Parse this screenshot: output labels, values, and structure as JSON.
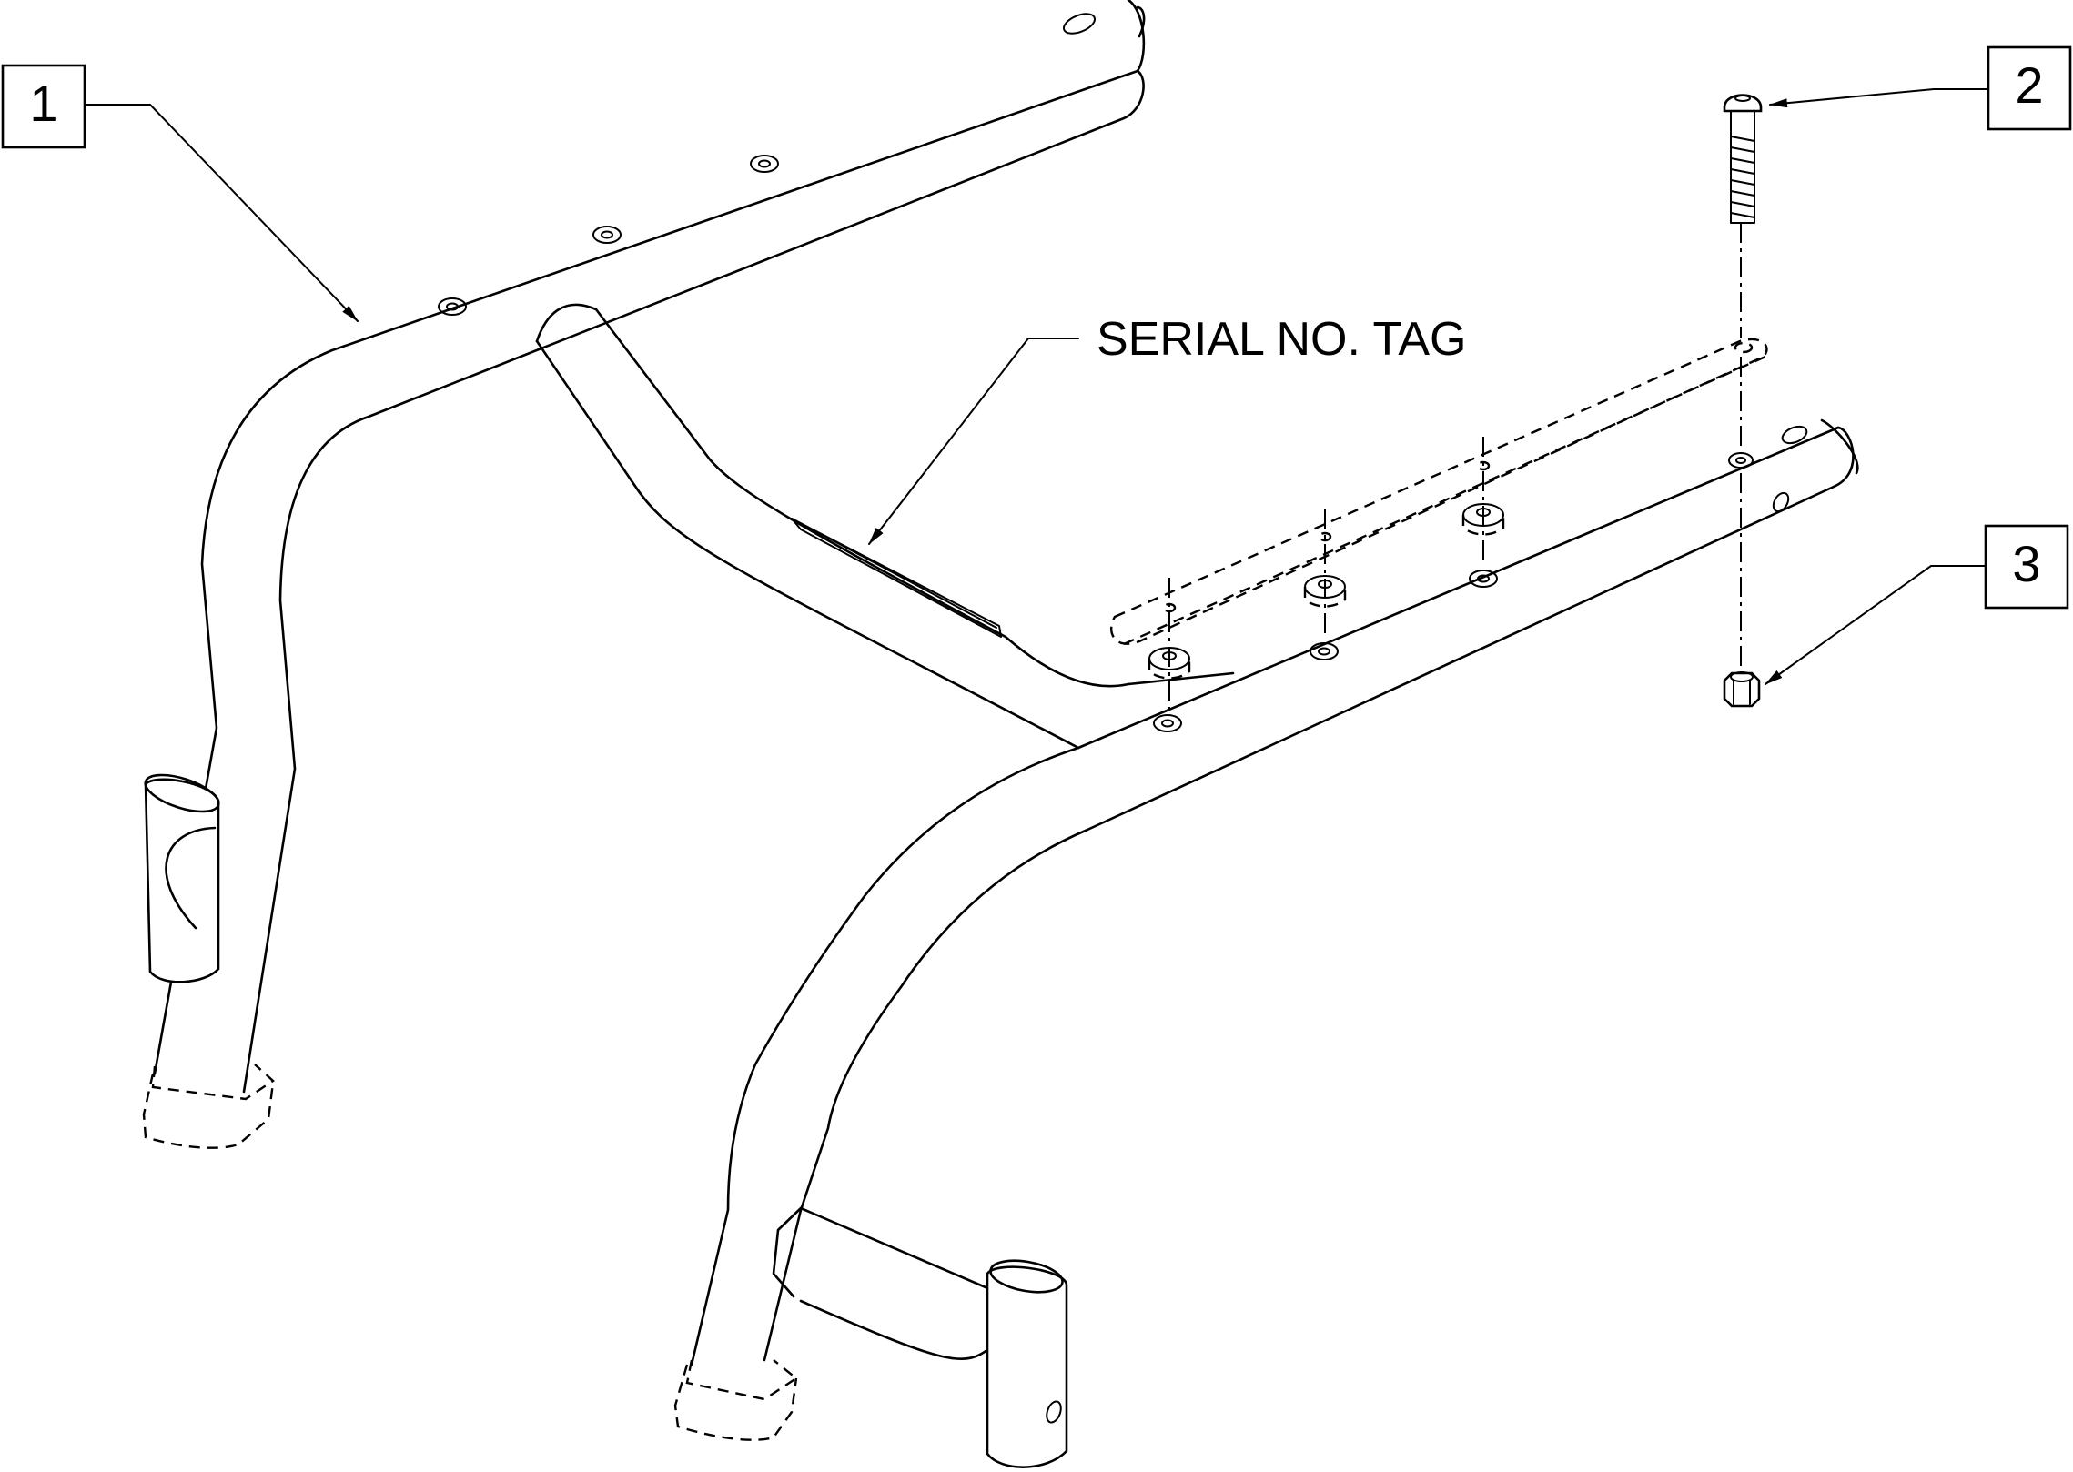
{
  "callouts": [
    {
      "id": "1",
      "label": "1",
      "part": "frame"
    },
    {
      "id": "2",
      "label": "2",
      "part": "screw"
    },
    {
      "id": "3",
      "label": "3",
      "part": "locknut"
    }
  ],
  "annotation": {
    "serial_tag": "SERIAL NO. TAG"
  },
  "colors": {
    "line": "#000000",
    "background": "#ffffff"
  }
}
